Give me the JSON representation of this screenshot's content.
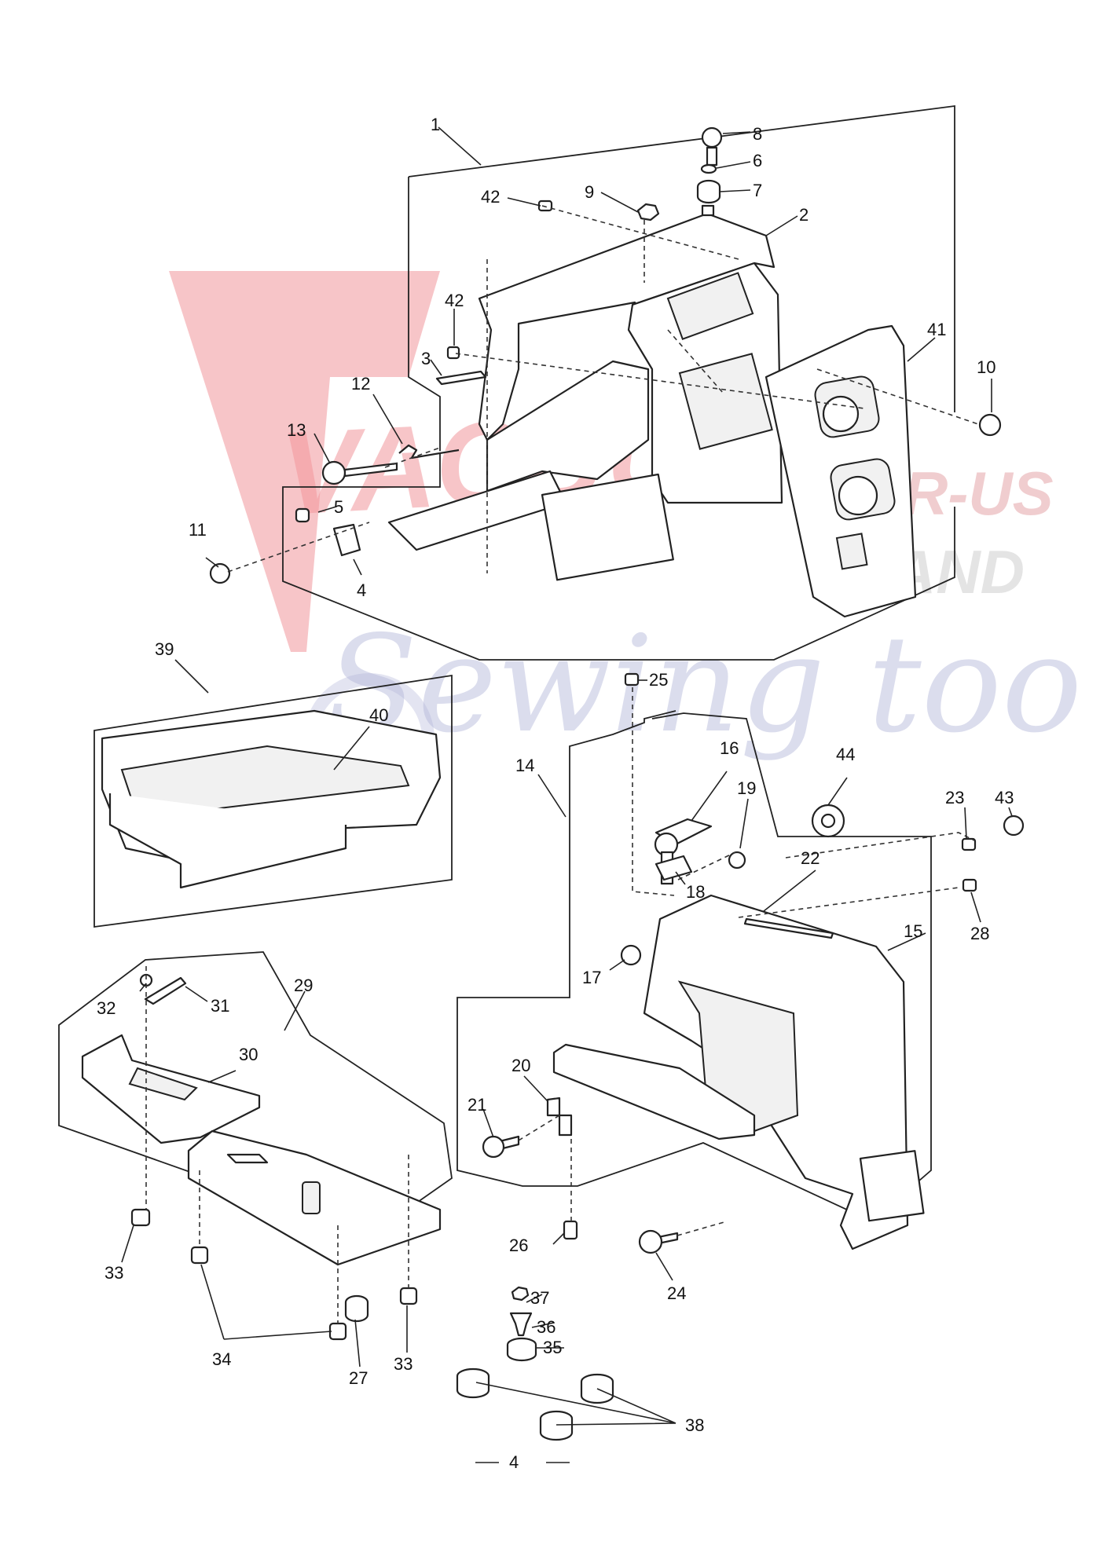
{
  "watermark": {
    "brand_main": "VACUUMS",
    "brand_suffix": "R-US",
    "brand_and": "AND",
    "brand_script": "Sewing too",
    "colors": {
      "red": "#e8404a",
      "grey": "#b8b8b8",
      "blue": "#6f76b8"
    }
  },
  "labels": {
    "p1": "1",
    "p2": "2",
    "p3": "3",
    "p4": "4",
    "p5": "5",
    "p6": "6",
    "p7": "7",
    "p8": "8",
    "p9": "9",
    "p10": "10",
    "p11": "11",
    "p12": "12",
    "p13": "13",
    "p14": "14",
    "p15": "15",
    "p16": "16",
    "p17": "17",
    "p18": "18",
    "p19": "19",
    "p20": "20",
    "p21": "21",
    "p22": "22",
    "p23": "23",
    "p24": "24",
    "p25": "25",
    "p26": "26",
    "p27": "27",
    "p28": "28",
    "p29": "29",
    "p30": "30",
    "p31": "31",
    "p32": "32",
    "p33a": "33",
    "p33b": "33",
    "p34": "34",
    "p35": "35",
    "p36": "36",
    "p37": "37",
    "p38": "38",
    "p39": "39",
    "p40": "40",
    "p41": "41",
    "p42a": "42",
    "p42b": "42",
    "p43": "43",
    "p44": "44"
  },
  "page_number": "4"
}
